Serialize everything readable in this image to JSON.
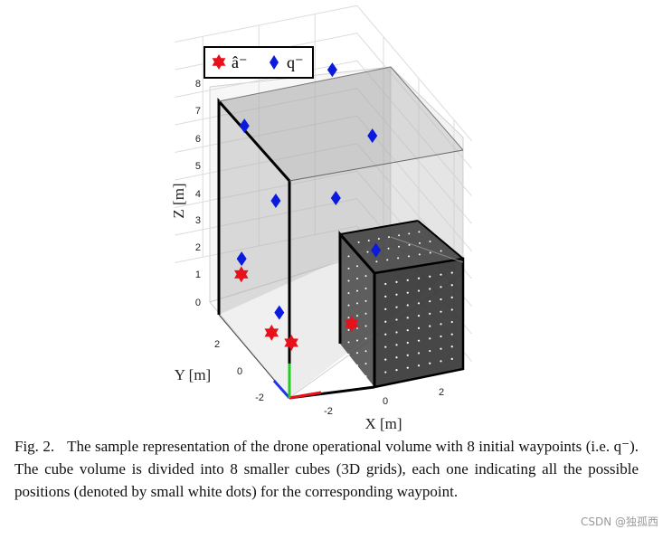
{
  "chart_data": {
    "type": "scatter",
    "title": "",
    "xlabel": "X [m]",
    "ylabel": "Y [m]",
    "zlabel": "Z [m]",
    "x_ticks": [
      "-2",
      "0",
      "2"
    ],
    "y_ticks": [
      "-2",
      "0",
      "2"
    ],
    "z_ticks": [
      "0",
      "1",
      "2",
      "3",
      "4",
      "5",
      "6",
      "7",
      "8"
    ],
    "legend": [
      "â⁻",
      "q⁻"
    ],
    "legend_position": "top-left",
    "series": [
      {
        "name": "â⁻",
        "marker": "hexagram",
        "color": "#e8101a",
        "points": [
          {
            "x": -2.2,
            "y": 1.0,
            "z": 1.3
          },
          {
            "x": -2.0,
            "y": -0.4,
            "z": 0.2
          },
          {
            "x": -1.8,
            "y": -1.2,
            "z": 0.4
          },
          {
            "x": 0.6,
            "y": -0.8,
            "z": 0.3
          }
        ]
      },
      {
        "name": "q⁻",
        "marker": "diamond",
        "color": "#0a1adf",
        "points": [
          {
            "x": -1.9,
            "y": 1.3,
            "z": 6.4
          },
          {
            "x": -1.6,
            "y": 0.0,
            "z": 4.6
          },
          {
            "x": -2.0,
            "y": 1.3,
            "z": 1.6
          },
          {
            "x": -1.6,
            "y": -0.2,
            "z": 0.7
          },
          {
            "x": 1.8,
            "y": 2.2,
            "z": 7.0
          },
          {
            "x": 2.6,
            "y": 1.2,
            "z": 5.2
          },
          {
            "x": 1.8,
            "y": 2.0,
            "z": 2.5
          },
          {
            "x": 2.6,
            "y": 1.0,
            "z": 1.2
          }
        ]
      }
    ]
  },
  "caption": {
    "label": "Fig. 2.",
    "text": "The sample representation of the drone operational volume with 8 initial waypoints (i.e. q⁻). The cube volume is divided into 8 smaller cubes (3D grids), each one indicating all the possible positions (denoted by small white dots) for the corresponding waypoint."
  },
  "watermark": "CSDN @独孤西"
}
